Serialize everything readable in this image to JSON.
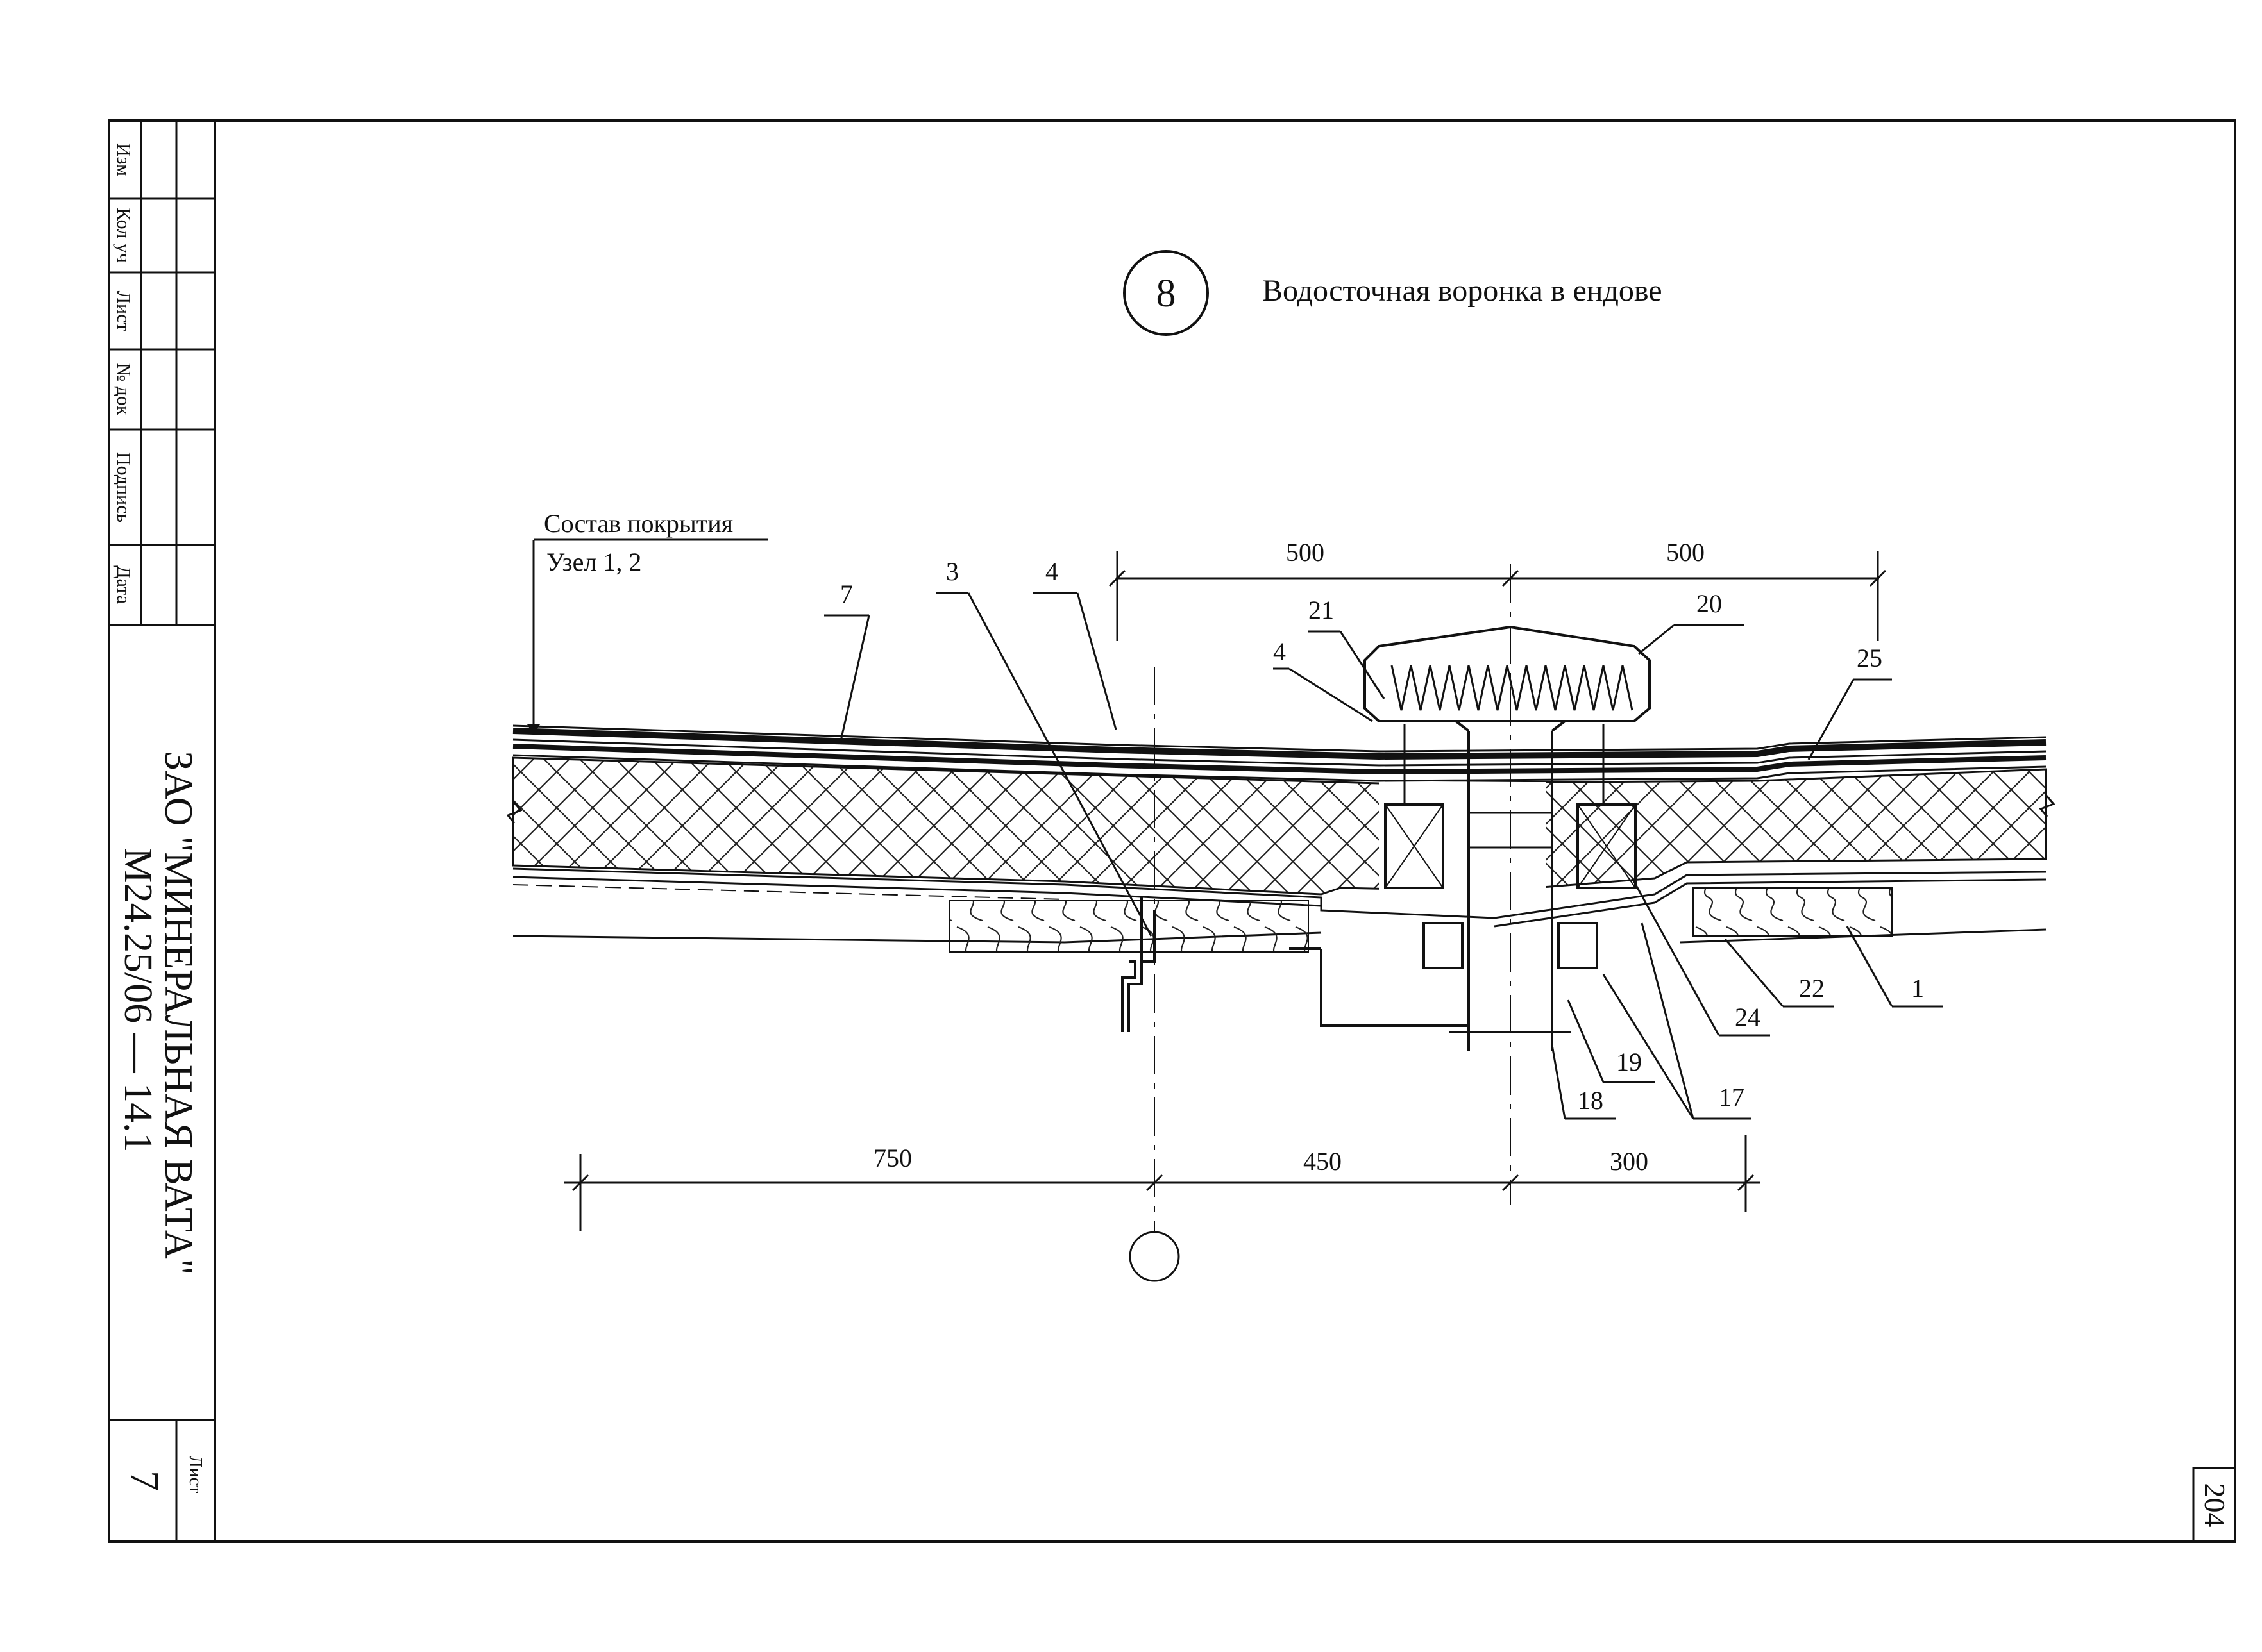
{
  "detail": {
    "number": "8",
    "title": "Водосточная воронка в ендове"
  },
  "roof_composition": {
    "line1": "Состав покрытия",
    "line2": "Узел 1, 2"
  },
  "dimensions": {
    "top_left": "500",
    "top_right": "500",
    "bottom_1": "750",
    "bottom_2": "450",
    "bottom_3": "300"
  },
  "callouts": [
    "7",
    "3",
    "4",
    "21",
    "4",
    "20",
    "25",
    "22",
    "1",
    "24",
    "19",
    "18",
    "17"
  ],
  "stamp": {
    "column_headers": [
      "Изм",
      "Кол уч",
      "Лист",
      "№ док",
      "Подпись",
      "Дата"
    ],
    "company": "ЗАО \"МИНЕРАЛЬНАЯ ВАТА\"",
    "doc_code": "М24.25/06 — 14.1",
    "sheet_label": "Лист",
    "sheet_number": "7"
  },
  "page_number": "204",
  "colors": {
    "ink": "#111111",
    "paper": "#ffffff"
  }
}
